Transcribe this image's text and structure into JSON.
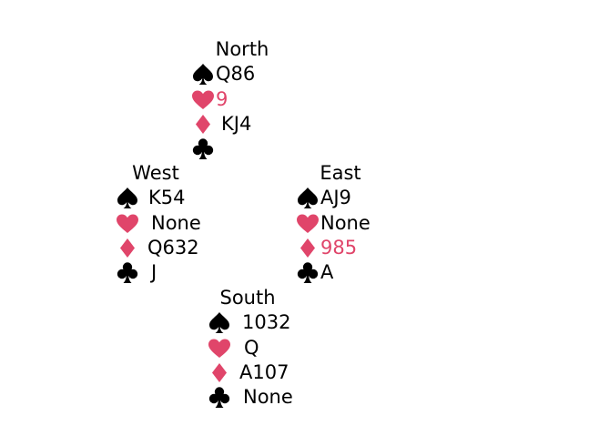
{
  "colors": {
    "red_suit": "#e0456a",
    "black_suit": "#000000",
    "background": "#ffffff"
  },
  "hands": {
    "north": {
      "name": "North",
      "spades": "Q86",
      "hearts": "9",
      "diamonds": "KJ4",
      "clubs": ""
    },
    "west": {
      "name": "West",
      "spades": "K54",
      "hearts": "None",
      "diamonds": "Q632",
      "clubs": "J"
    },
    "east": {
      "name": "East",
      "spades": "AJ9",
      "hearts": "None",
      "diamonds": "985",
      "clubs": "A"
    },
    "south": {
      "name": "South",
      "spades": "1032",
      "hearts": "Q",
      "diamonds": "A107",
      "clubs": "None"
    }
  },
  "icons": {
    "spades": "spade-icon",
    "hearts": "heart-icon",
    "diamonds": "diamond-icon",
    "clubs": "club-icon"
  }
}
